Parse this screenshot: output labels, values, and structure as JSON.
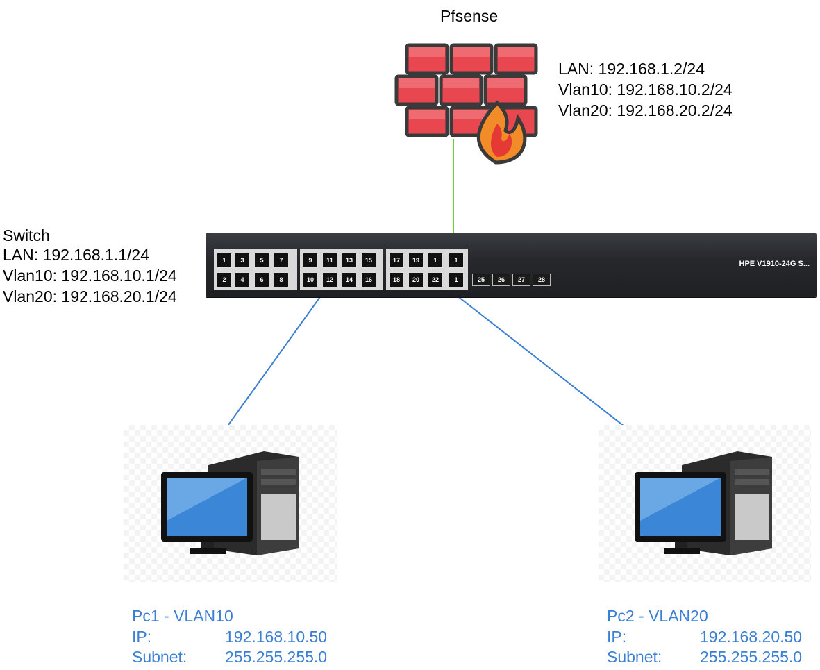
{
  "firewall": {
    "title": "Pfsense",
    "lines": [
      "LAN: 192.168.1.2/24",
      "Vlan10: 192.168.10.2/24",
      "Vlan20: 192.168.20.2/24"
    ]
  },
  "switch": {
    "title": "Switch",
    "lines": [
      "LAN: 192.168.1.1/24",
      "Vlan10: 192.168.10.1/24",
      "Vlan20: 192.168.20.1/24"
    ],
    "model": "HPE V1910-24G S...",
    "ports_top": [
      "1",
      "3",
      "5",
      "7",
      "9",
      "11",
      "13",
      "15",
      "17",
      "19",
      "1",
      "1"
    ],
    "ports_bottom": [
      "2",
      "4",
      "6",
      "8",
      "10",
      "12",
      "14",
      "16",
      "18",
      "20",
      "22",
      "1"
    ],
    "sfp_ports": [
      "25",
      "26",
      "27",
      "28"
    ]
  },
  "pc1": {
    "title": "Pc1 - VLAN10",
    "ip_label": "IP:",
    "ip_value": "192.168.10.50",
    "subnet_label": "Subnet:",
    "subnet_value": "255.255.255.0"
  },
  "pc2": {
    "title": "Pc2 - VLAN20",
    "ip_label": "IP:",
    "ip_value": "192.168.20.50",
    "subnet_label": "Subnet:",
    "subnet_value": "255.255.255.0"
  },
  "colors": {
    "uplink": "#6ccf3a",
    "access": "#3b7fd4",
    "label_blue": "#3b7fd4"
  }
}
